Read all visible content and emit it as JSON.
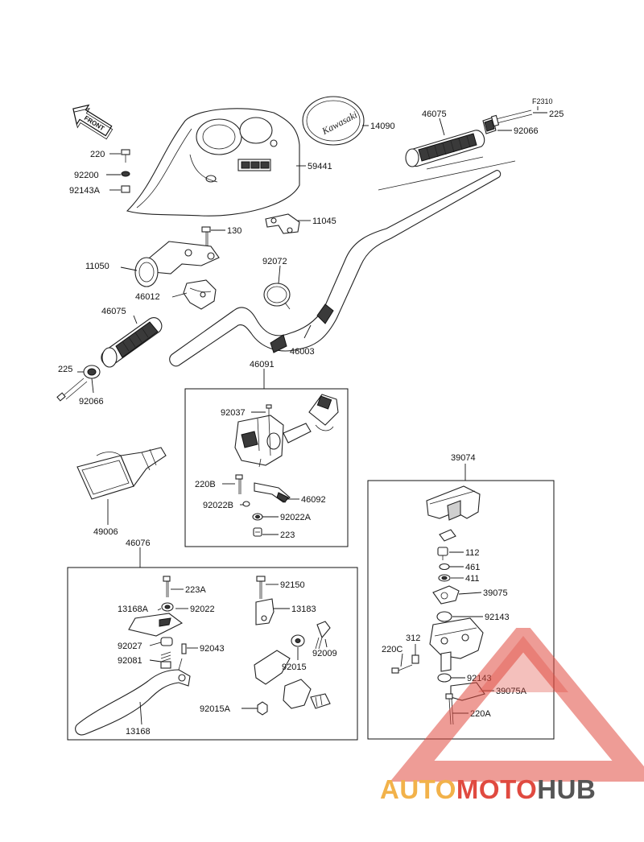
{
  "figure_code": "F2310",
  "front_arrow_label": "FRONT",
  "cover_badge_text": "Kawasaki",
  "parts": [
    {
      "id": "p_225_top",
      "label": "225"
    },
    {
      "id": "p_46075_top",
      "label": "46075"
    },
    {
      "id": "p_92066_top",
      "label": "92066"
    },
    {
      "id": "p_14090",
      "label": "14090"
    },
    {
      "id": "p_59441",
      "label": "59441"
    },
    {
      "id": "p_220",
      "label": "220"
    },
    {
      "id": "p_92200",
      "label": "92200"
    },
    {
      "id": "p_92143A",
      "label": "92143A"
    },
    {
      "id": "p_11045",
      "label": "11045"
    },
    {
      "id": "p_130",
      "label": "130"
    },
    {
      "id": "p_11050",
      "label": "11050"
    },
    {
      "id": "p_92072",
      "label": "92072"
    },
    {
      "id": "p_46012",
      "label": "46012"
    },
    {
      "id": "p_46075_left",
      "label": "46075"
    },
    {
      "id": "p_46003",
      "label": "46003"
    },
    {
      "id": "p_225_left",
      "label": "225"
    },
    {
      "id": "p_92066_left",
      "label": "92066"
    },
    {
      "id": "p_46091",
      "label": "46091"
    },
    {
      "id": "p_92037",
      "label": "92037"
    },
    {
      "id": "p_220B",
      "label": "220B"
    },
    {
      "id": "p_46092",
      "label": "46092"
    },
    {
      "id": "p_92022B",
      "label": "92022B"
    },
    {
      "id": "p_92022A",
      "label": "92022A"
    },
    {
      "id": "p_223",
      "label": "223"
    },
    {
      "id": "p_49006",
      "label": "49006"
    },
    {
      "id": "p_46076",
      "label": "46076"
    },
    {
      "id": "p_223A",
      "label": "223A"
    },
    {
      "id": "p_92150",
      "label": "92150"
    },
    {
      "id": "p_13168A",
      "label": "13168A"
    },
    {
      "id": "p_92022",
      "label": "92022"
    },
    {
      "id": "p_13183",
      "label": "13183"
    },
    {
      "id": "p_92027",
      "label": "92027"
    },
    {
      "id": "p_92043",
      "label": "92043"
    },
    {
      "id": "p_92009",
      "label": "92009"
    },
    {
      "id": "p_92081",
      "label": "92081"
    },
    {
      "id": "p_92015",
      "label": "92015"
    },
    {
      "id": "p_92015A",
      "label": "92015A"
    },
    {
      "id": "p_13168",
      "label": "13168"
    },
    {
      "id": "p_39074",
      "label": "39074"
    },
    {
      "id": "p_112",
      "label": "112"
    },
    {
      "id": "p_461",
      "label": "461"
    },
    {
      "id": "p_411",
      "label": "411"
    },
    {
      "id": "p_39075",
      "label": "39075"
    },
    {
      "id": "p_92143_a",
      "label": "92143"
    },
    {
      "id": "p_312",
      "label": "312"
    },
    {
      "id": "p_220C",
      "label": "220C"
    },
    {
      "id": "p_92143_b",
      "label": "92143"
    },
    {
      "id": "p_39075A",
      "label": "39075A"
    },
    {
      "id": "p_220A",
      "label": "220A"
    }
  ],
  "watermark": {
    "part1": "AUTO",
    "part2": "MOTO",
    "part3": "HUB"
  },
  "colors": {
    "line": "#111111",
    "watermark_red": "#e04a40",
    "watermark_orange": "#f2b24a",
    "watermark_gray": "#555555"
  }
}
